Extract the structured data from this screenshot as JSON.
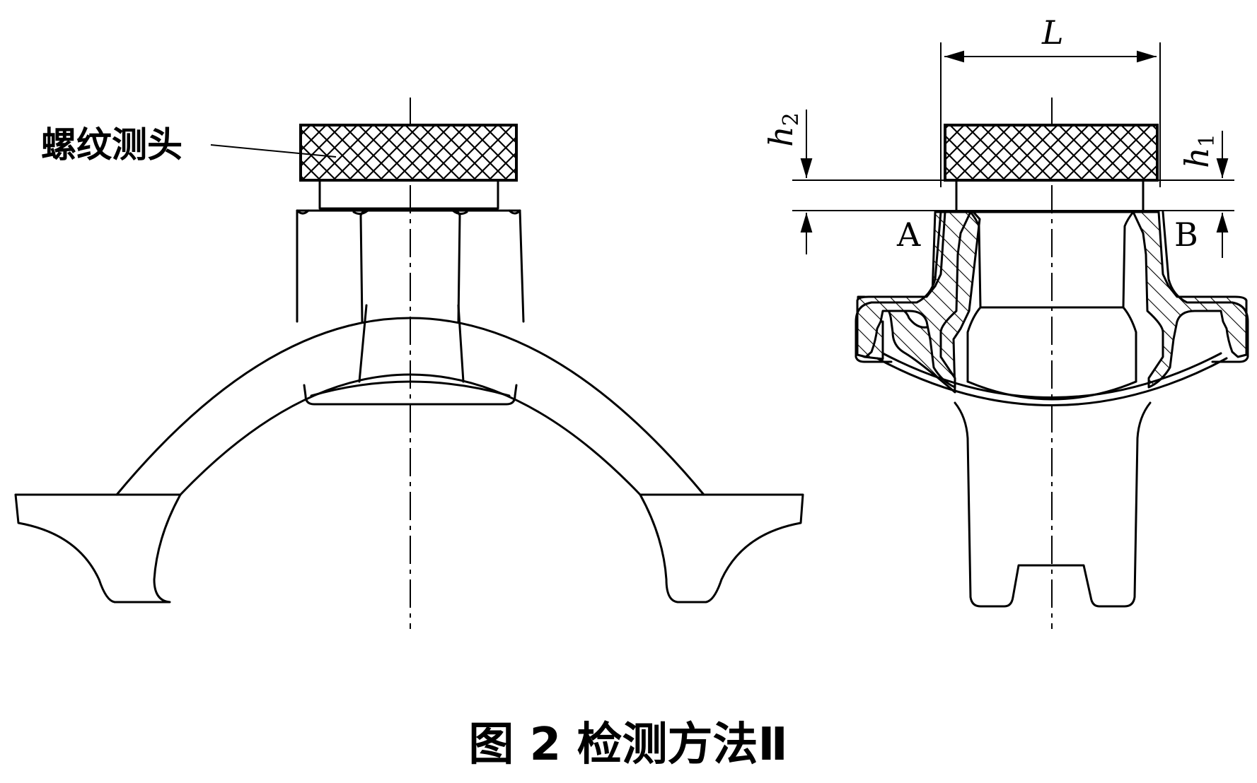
{
  "labels": {
    "thread_probe": "螺纹测头",
    "L": "L",
    "h2_base": "h",
    "h2_sub": "2",
    "h1_base": "h",
    "h1_sub": "1",
    "A": "A",
    "B": "B"
  },
  "caption": "图 2   检测方法Ⅱ"
}
